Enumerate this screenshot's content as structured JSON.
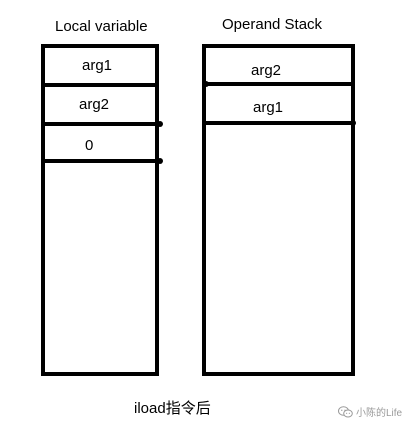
{
  "local_variable": {
    "title": "Local variable",
    "slots": [
      "arg1",
      "arg2",
      "0"
    ]
  },
  "operand_stack": {
    "title": "Operand Stack",
    "items": [
      "arg2",
      "arg1"
    ]
  },
  "caption": "iload指令后",
  "watermark": {
    "icon": "wechat-icon",
    "text": "小陈的Life"
  }
}
